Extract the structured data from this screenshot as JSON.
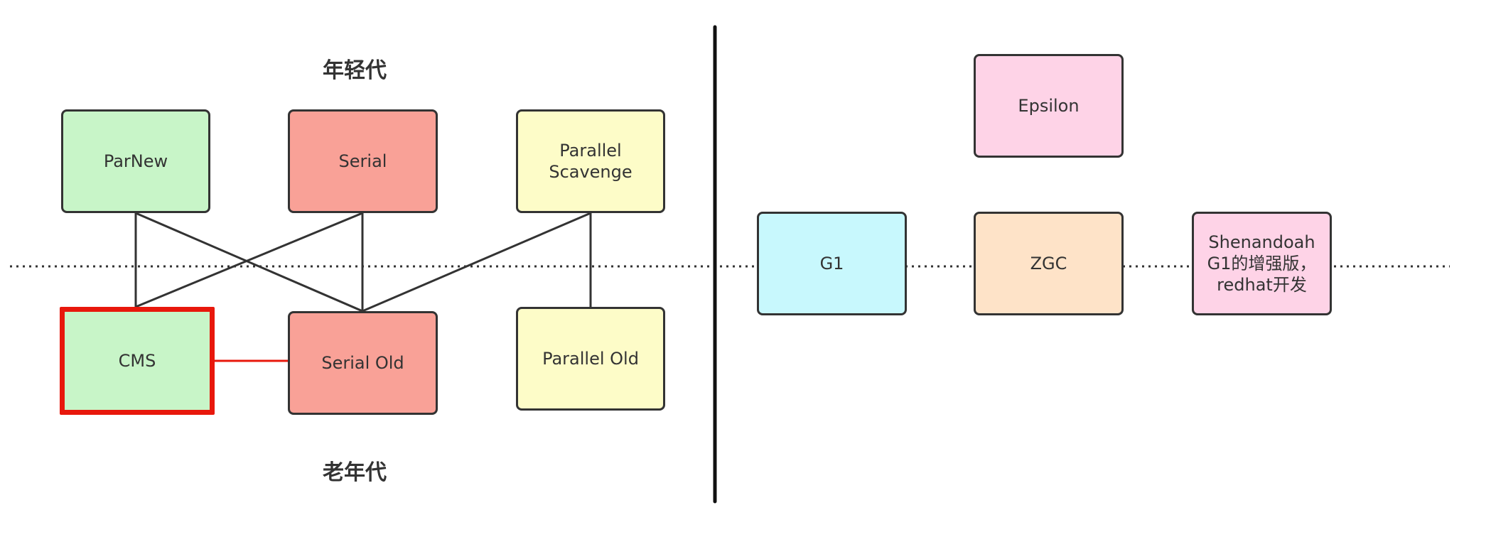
{
  "headings": {
    "young_gen": "年轻代",
    "old_gen": "老年代"
  },
  "collectors": {
    "parnew": {
      "label": "ParNew",
      "color": "#c8f5c8"
    },
    "serial": {
      "label": "Serial",
      "color": "#f9a197"
    },
    "parallel_scavenge": {
      "label": "Parallel\nScavenge",
      "color": "#fdfcc8"
    },
    "cms": {
      "label": "CMS",
      "color": "#c8f5c8",
      "highlighted": true,
      "highlight_color": "#e8180c"
    },
    "serial_old": {
      "label": "Serial Old",
      "color": "#f9a197"
    },
    "parallel_old": {
      "label": "Parallel Old",
      "color": "#fdfcc8"
    },
    "epsilon": {
      "label": "Epsilon",
      "color": "#fed3e7"
    },
    "g1": {
      "label": "G1",
      "color": "#c8f8fd"
    },
    "zgc": {
      "label": "ZGC",
      "color": "#fee3c8"
    },
    "shenandoah": {
      "label": "Shenandoah\nG1的增强版，\nredhat开发",
      "color": "#fed3e7"
    }
  },
  "connections": [
    {
      "from": "parnew",
      "to": "cms"
    },
    {
      "from": "parnew",
      "to": "serial_old"
    },
    {
      "from": "serial",
      "to": "cms"
    },
    {
      "from": "serial",
      "to": "serial_old"
    },
    {
      "from": "parallel_scavenge",
      "to": "serial_old"
    },
    {
      "from": "parallel_scavenge",
      "to": "parallel_old"
    },
    {
      "from": "cms",
      "to": "serial_old",
      "color": "#e8180c"
    }
  ],
  "line_color": "#333333"
}
